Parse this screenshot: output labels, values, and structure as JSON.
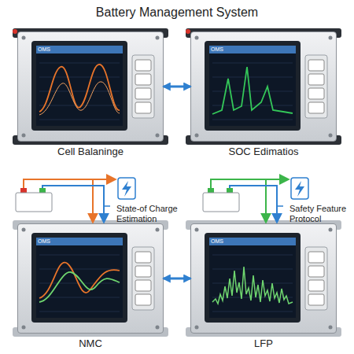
{
  "diagram": {
    "title": "Battery Management System",
    "nodes": [
      {
        "text": [
          "Cell Balaninge"
        ]
      },
      {
        "text": [
          "SOC Edimatios"
        ]
      },
      {
        "text": [
          "NMC"
        ]
      },
      {
        "text": [
          "LFP"
        ]
      }
    ],
    "edges": [
      {
        "from": 0,
        "to": 1,
        "arrow": "both"
      },
      {
        "from": 2,
        "to": 3,
        "arrow": "both"
      }
    ],
    "labels": [
      "OMS",
      "OMS",
      "OMS",
      "OMS",
      "State-of Charge Estimation",
      "Safety Feature Protocol"
    ]
  }
}
